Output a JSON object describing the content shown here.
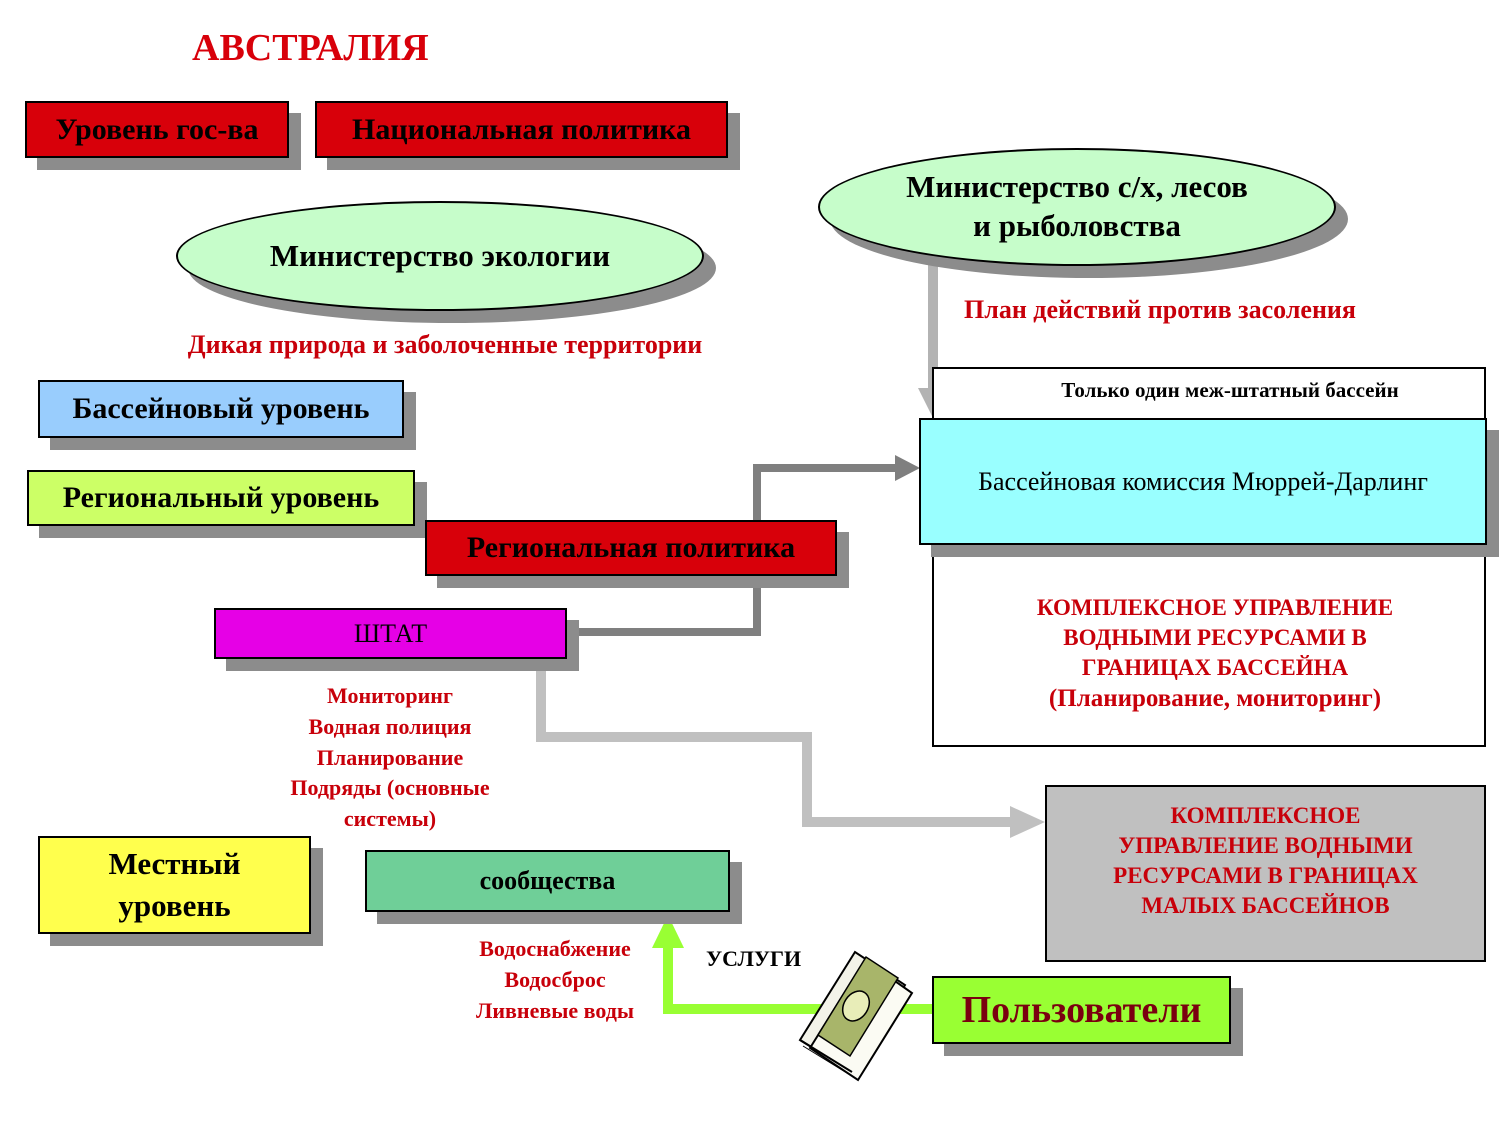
{
  "title": "АВСТРАЛИЯ",
  "levels": {
    "state": "Уровень гос-ва",
    "basin": "Бассейновый уровень",
    "regional": "Региональный уровень",
    "local_line1": "Местный",
    "local_line2": "уровень"
  },
  "national_policy": "Национальная политика",
  "ministry_ecology": "Министерство экологии",
  "ministry_agriculture": {
    "line1": "Министерство с/х, лесов",
    "line2": "и рыболовства"
  },
  "wildlife_text": "Дикая природа и заболоченные территории",
  "salinity_plan": "План действий против засоления",
  "interstate_basin": "Только один меж-штатный бассейн",
  "basin_commission": "Бассейновая комиссия Мюррей-Дарлинг",
  "iwrm_basin": {
    "line1": "КОМПЛЕКСНОЕ УПРАВЛЕНИЕ",
    "line2": "ВОДНЫМИ РЕСУРСАМИ В",
    "line3": "ГРАНИЦАХ БАССЕЙНА",
    "line4": "(Планирование, мониторинг)"
  },
  "regional_policy": "Региональная политика",
  "state": "ШТАТ",
  "state_functions": [
    "Мониторинг",
    "Водная полиция",
    "Планирование",
    "Подряды (основные",
    "системы)"
  ],
  "iwrm_small": {
    "line1": "КОМПЛЕКСНОЕ",
    "line2": "УПРАВЛЕНИЕ ВОДНЫМИ",
    "line3": "РЕСУРСАМИ В ГРАНИЦАХ",
    "line4": "МАЛЫХ БАССЕЙНОВ"
  },
  "communities": "сообщества",
  "services": "УСЛУГИ",
  "community_services": [
    "Водоснабжение",
    "Водосброс",
    "Ливневые воды"
  ],
  "users": "Пользователи",
  "colors": {
    "red": "#d8000a",
    "text_red": "#c8000a",
    "ellipse": "#c6fdca",
    "basin_blue": "#99cdfd",
    "commission_cyan": "#99ffff",
    "regional_green": "#ccff66",
    "state_magenta": "#e600e6",
    "local_yellow": "#ffff4d",
    "community_green": "#6fcf98",
    "small_basin_gray": "#c0c0c0",
    "users_green": "#99ff33"
  },
  "icons": [
    "money-stack-icon"
  ]
}
